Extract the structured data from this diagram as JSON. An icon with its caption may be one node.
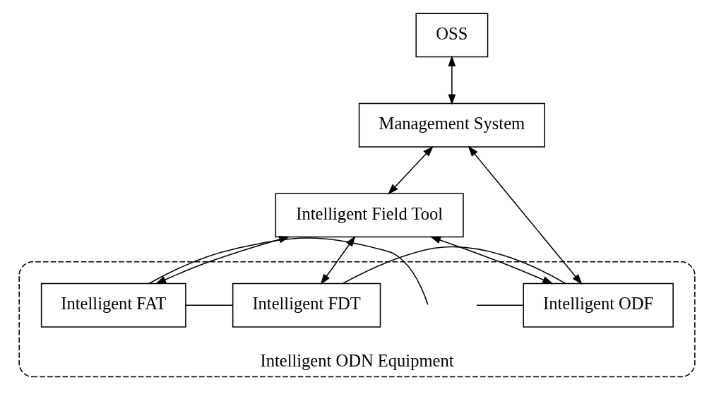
{
  "diagram": {
    "nodes": [
      {
        "text": [
          "OSS"
        ]
      },
      {
        "text": [
          "Management System"
        ]
      },
      {
        "text": [
          "Intelligent Field Tool"
        ]
      },
      {
        "text": [
          "Intelligent ODN Equipment"
        ]
      },
      {
        "text": [
          "Intelligent ODF"
        ],
        "in": 3
      },
      {
        "text": [
          "Intelligent FDT"
        ],
        "in": 3
      },
      {
        "text": [
          "Intelligent FAT"
        ],
        "in": 3
      }
    ],
    "edges": [
      {
        "from": 0,
        "to": 1,
        "arrow": "both"
      },
      {
        "from": 1,
        "to": 4,
        "arrow": "both"
      },
      {
        "from": 1,
        "to": 2,
        "arrow": "both"
      },
      {
        "from": 2,
        "to": 4,
        "arrow": "both"
      },
      {
        "from": 2,
        "to": 5,
        "arrow": "both"
      },
      {
        "from": 2,
        "to": 6,
        "arrow": "both"
      },
      {
        "from": null,
        "to": 4,
        "arrow": "none"
      },
      {
        "from": 4,
        "to": 5,
        "arrow": "none"
      },
      {
        "from": 5,
        "to": 6,
        "arrow": "none"
      },
      {
        "from": 6,
        "to": null,
        "arrow": "none"
      }
    ]
  }
}
